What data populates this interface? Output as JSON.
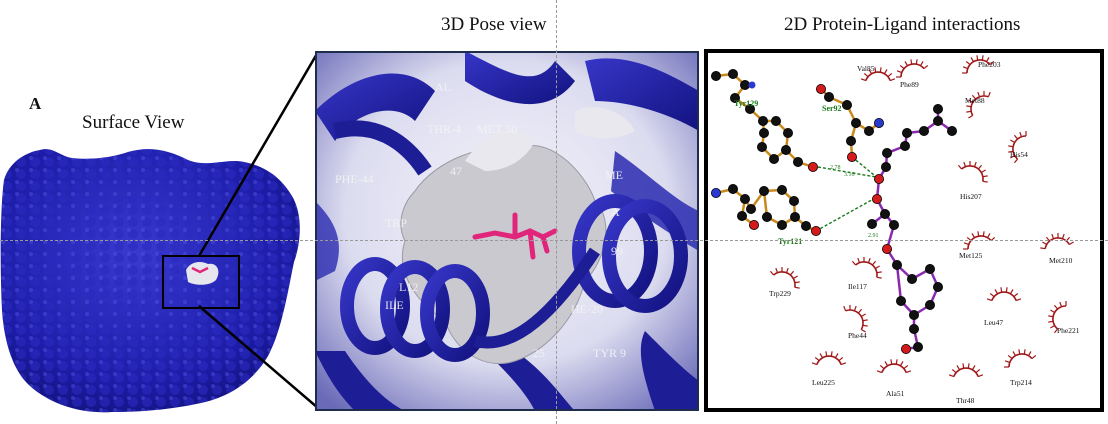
{
  "figure": {
    "panel_label": "A",
    "surface_title": "Surface View",
    "pose_title": "3D Pose view",
    "interactions_title": "2D Protein-Ligand interactions"
  },
  "pose_panel": {
    "ligand_color": "#e0257a",
    "protein_color": "#1d1d96",
    "residue_labels": [
      "THR-4",
      "MET 50",
      "PHE-44",
      "47",
      "TRP",
      "ME",
      "A",
      "L12",
      "ILE",
      "HE-20",
      "25",
      "TYR 9",
      "99",
      "AL"
    ]
  },
  "interaction_panel": {
    "hbond_residues": [
      "Tyr129",
      "Ser92",
      "Tyr121"
    ],
    "hbond_distances": [
      "2.78",
      "3.16",
      "2.91"
    ],
    "hydrophobic_residues": [
      "Val85",
      "Phe89",
      "Phe203",
      "Met88",
      "His54",
      "His207",
      "Met125",
      "Met210",
      "Trp229",
      "Ile117",
      "Leu47",
      "Phe221",
      "Phe44",
      "Leu225",
      "Ala51",
      "Trp214",
      "Thr48"
    ],
    "hbond_color": "#1a7a1a",
    "hydrophobic_color": "#a01818"
  }
}
